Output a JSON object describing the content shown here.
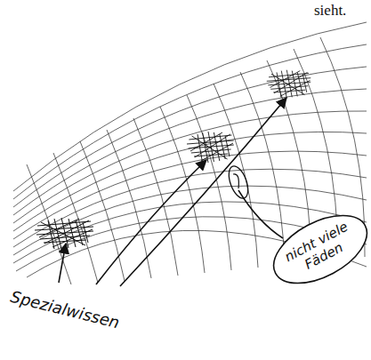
{
  "diagram": {
    "nodes": [
      {
        "text": [
          "nicht viele Fäden"
        ]
      }
    ],
    "labels": [
      "sieht.",
      "Spezialwissen"
    ]
  }
}
